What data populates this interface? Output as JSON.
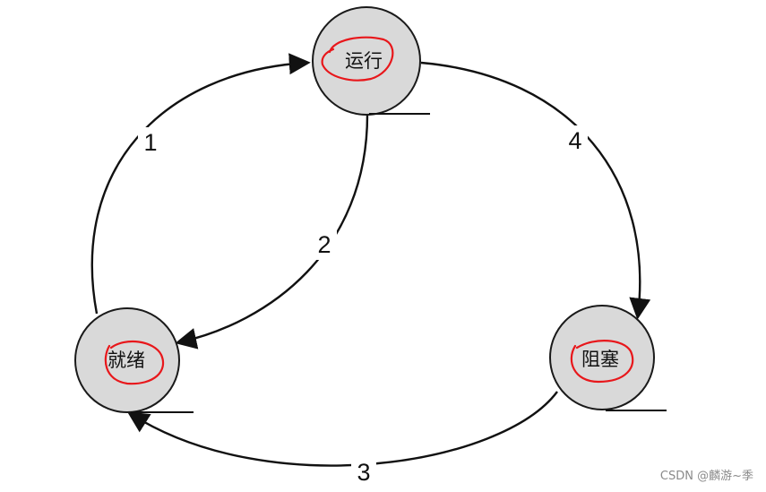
{
  "states": {
    "running": "运行",
    "ready": "就绪",
    "blocked": "阻塞"
  },
  "transitions": [
    {
      "label": "1",
      "from": "ready",
      "to": "running"
    },
    {
      "label": "2",
      "from": "running",
      "to": "ready"
    },
    {
      "label": "3",
      "from": "blocked",
      "to": "ready"
    },
    {
      "label": "4",
      "from": "running",
      "to": "blocked"
    }
  ],
  "watermark": "CSDN @麟游~季",
  "colors": {
    "node_fill": "#d9d9d9",
    "annotation": "#e8171b",
    "stroke": "#111111"
  }
}
